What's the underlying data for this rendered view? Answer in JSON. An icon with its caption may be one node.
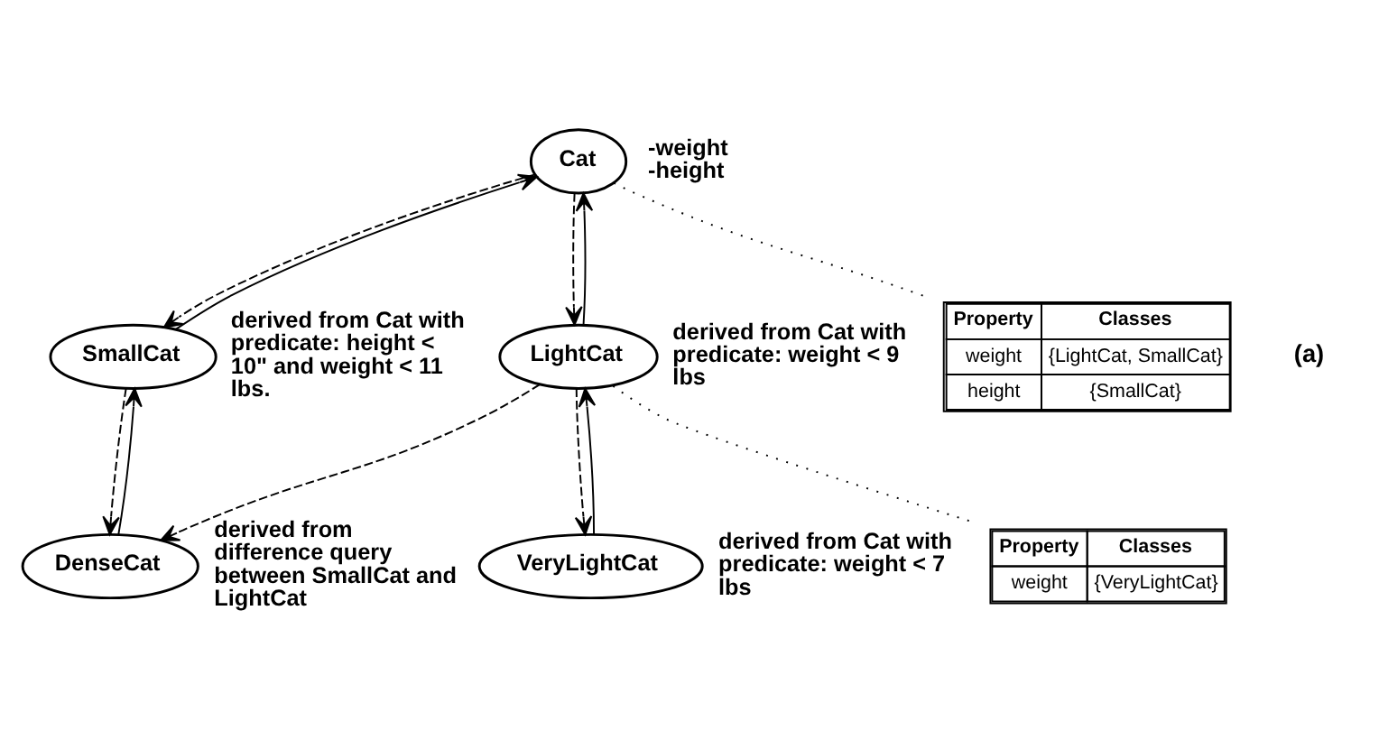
{
  "diagram": {
    "nodes": [
      {
        "text": [
          "Cat"
        ],
        "beside": [
          "-weight",
          "-height"
        ]
      },
      {
        "text": [
          "SmallCat"
        ],
        "beside": [
          "derived from Cat with predicate: height < 10\" and weight < 11 lbs."
        ]
      },
      {
        "text": [
          "LightCat"
        ],
        "beside": [
          "derived from Cat with predicate: weight < 9 lbs"
        ]
      },
      {
        "text": [
          "DenseCat"
        ],
        "beside": [
          "derived from difference query between SmallCat and LightCat"
        ]
      },
      {
        "text": [
          "VeryLightCat"
        ],
        "beside": [
          "derived from Cat with predicate: weight < 7 lbs"
        ]
      },
      {
        "text": [
          "Property",
          "Classes",
          "weight",
          "{LightCat, SmallCat}",
          "height",
          "{SmallCat}"
        ]
      },
      {
        "text": [
          "Property",
          "Classes",
          "weight",
          "{VeryLightCat}"
        ]
      }
    ],
    "edges": [
      {
        "from": 1,
        "to": 0,
        "arrow": "to"
      },
      {
        "from": 2,
        "to": 0,
        "arrow": "to"
      },
      {
        "from": 0,
        "to": 1,
        "arrow": "to",
        "style": "dashed"
      },
      {
        "from": 0,
        "to": 2,
        "arrow": "to",
        "style": "dashed"
      },
      {
        "from": 3,
        "to": 1,
        "arrow": "to"
      },
      {
        "from": 1,
        "to": 3,
        "arrow": "to",
        "style": "dashed"
      },
      {
        "from": 2,
        "to": 3,
        "arrow": "to",
        "style": "dashed"
      },
      {
        "from": 2,
        "to": 4,
        "arrow": "to",
        "style": "dashed"
      },
      {
        "from": 4,
        "to": 2,
        "arrow": "to"
      },
      {
        "from": 0,
        "to": 5,
        "arrow": "none",
        "style": "dashed"
      },
      {
        "from": 2,
        "to": 6,
        "arrow": "none",
        "style": "dashed"
      }
    ],
    "labels": [
      "(a)"
    ]
  }
}
